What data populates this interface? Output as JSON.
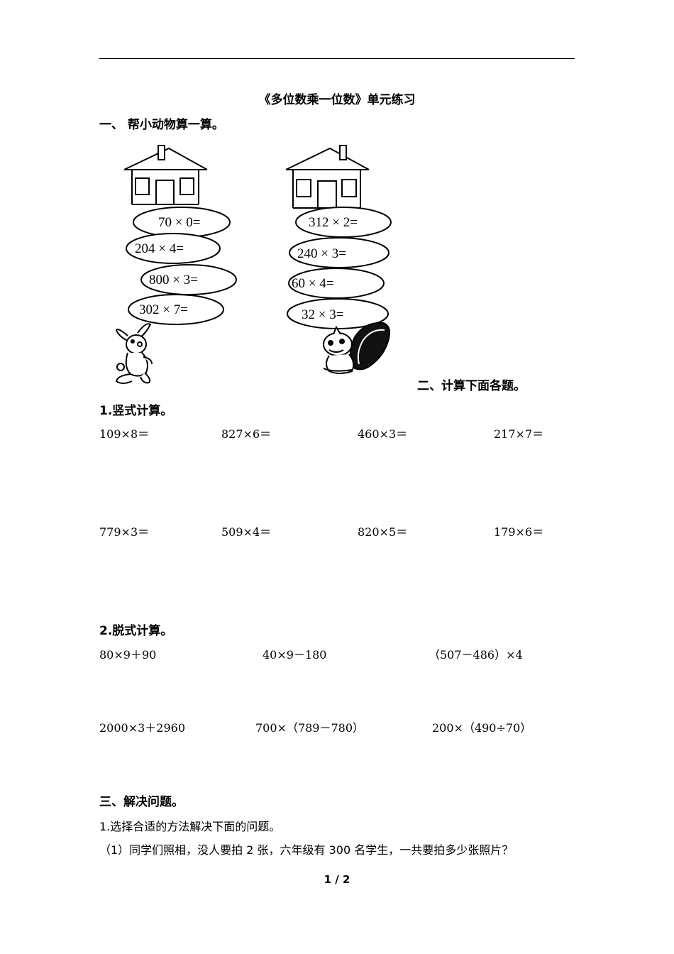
{
  "title": "《多位数乘一位数》单元练习",
  "section1": {
    "heading": "一、  帮小动物算一算。",
    "left_tower": [
      "70 × 0=",
      "204 × 4=",
      "800 × 3=",
      "302 × 7="
    ],
    "right_tower": [
      "312 × 2=",
      "240 × 3=",
      "60 × 4=",
      "32 × 3="
    ]
  },
  "section2": {
    "heading": "二、计算下面各题。",
    "sub1": {
      "heading": "1.竖式计算。",
      "row1": [
        "109×8＝",
        "827×6＝",
        "460×3＝",
        "217×7＝"
      ],
      "row2": [
        "779×3＝",
        "509×4＝",
        "820×5＝",
        "179×6＝"
      ]
    },
    "sub2": {
      "heading": "2.脱式计算。",
      "row1": [
        "80×9＋90",
        "40×9－180",
        "（507－486）×4"
      ],
      "row2": [
        "2000×3＋2960",
        "700×（789－780）",
        "200×（490÷70）"
      ]
    }
  },
  "section3": {
    "heading": "三、解决问题。",
    "line1": "1.选择合适的方法解决下面的问题。",
    "line2": "（1）同学们照相，没人要拍 2 张，六年级有 300 名学生，一共要拍多少张照片？"
  },
  "footer": {
    "page": "1 / 2"
  }
}
